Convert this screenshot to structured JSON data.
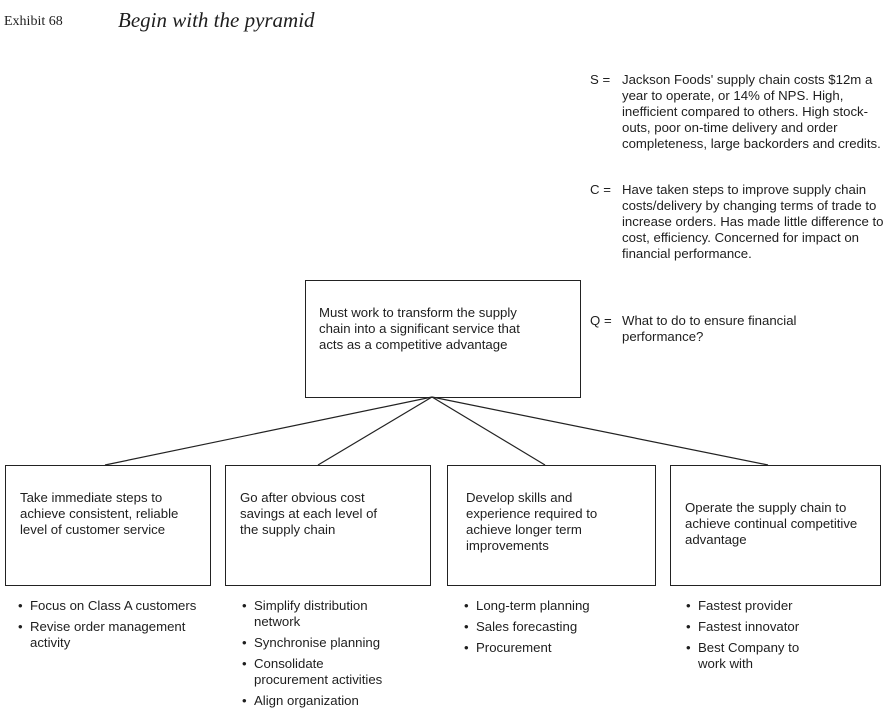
{
  "header": {
    "exhibit": "Exhibit 68",
    "title": "Begin with the pyramid"
  },
  "scq": [
    {
      "key": "S",
      "sep": "=",
      "text": "Jackson Foods' supply chain costs $12m a year to operate, or 14% of NPS. High, inefficient compared to others. High stock-outs, poor on-time delivery and order completeness, large backorders and credits."
    },
    {
      "key": "C",
      "sep": "=",
      "text": "Have taken steps to improve supply chain costs/delivery by changing terms of trade to increase orders. Has made little difference to cost, efficiency. Concerned for impact on financial performance."
    },
    {
      "key": "Q",
      "sep": "=",
      "text": "What to do to ensure financial performance?"
    }
  ],
  "top_box": "Must work to transform the supply chain into a significant service that acts as a competitive advantage",
  "pillars": [
    {
      "text": "Take immediate steps to achieve consistent, reliable level of customer service",
      "bullets": [
        "Focus on Class A customers",
        "Revise order management activity"
      ]
    },
    {
      "text": "Go after obvious cost savings at each level of the supply chain",
      "bullets": [
        "Simplify distribution network",
        "Synchronise planning",
        "Consolidate procurement activities",
        "Align organization"
      ]
    },
    {
      "text": "Develop skills and experience required to achieve longer term improvements",
      "bullets": [
        "Long-term planning",
        "Sales forecasting",
        "Procurement"
      ]
    },
    {
      "text": "Operate the supply chain to achieve continual competitive advantage",
      "bullets": [
        "Fastest provider",
        "Fastest innovator",
        "Best Company to work with"
      ]
    }
  ]
}
